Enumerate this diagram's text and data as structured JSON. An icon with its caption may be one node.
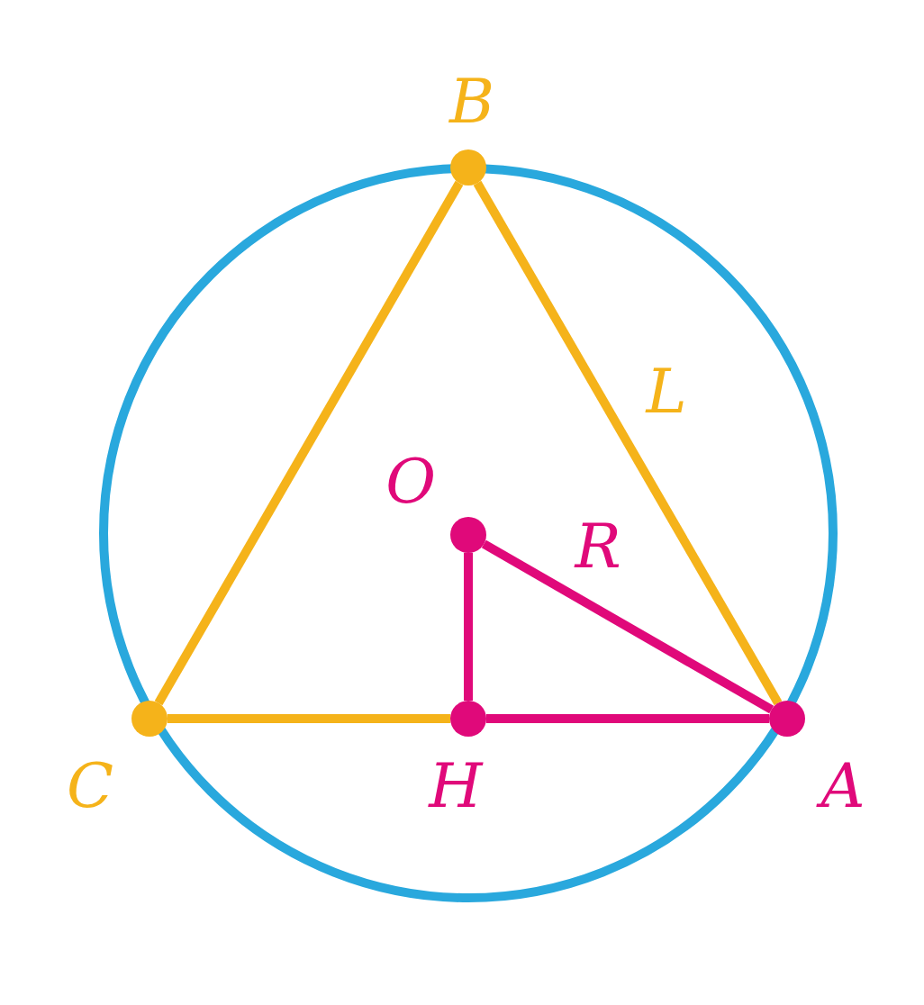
{
  "diagram": {
    "nodes": [
      {
        "text": [],
        "shape": "circle",
        "beside": [
          "B"
        ]
      },
      {
        "text": [],
        "shape": "circle",
        "beside": [
          "C"
        ]
      },
      {
        "text": [],
        "shape": "circle",
        "beside": [
          "A"
        ]
      },
      {
        "text": [],
        "shape": "circle",
        "beside": [
          "O"
        ]
      },
      {
        "text": [],
        "shape": "circle",
        "beside": [
          "H"
        ]
      }
    ],
    "edges": [
      {
        "from": 0,
        "to": 1,
        "arrow": "none",
        "color": "#f5b31a"
      },
      {
        "from": 0,
        "to": 2,
        "arrow": "none",
        "color": "#f5b31a",
        "label": "L"
      },
      {
        "from": 1,
        "to": 4,
        "arrow": "none",
        "color": "#f5b31a"
      },
      {
        "from": 4,
        "to": 2,
        "arrow": "none",
        "color": "#e0097a"
      },
      {
        "from": 3,
        "to": 4,
        "arrow": "none",
        "color": "#e0097a"
      },
      {
        "from": 3,
        "to": 2,
        "arrow": "none",
        "color": "#e0097a",
        "label": "R"
      }
    ]
  }
}
